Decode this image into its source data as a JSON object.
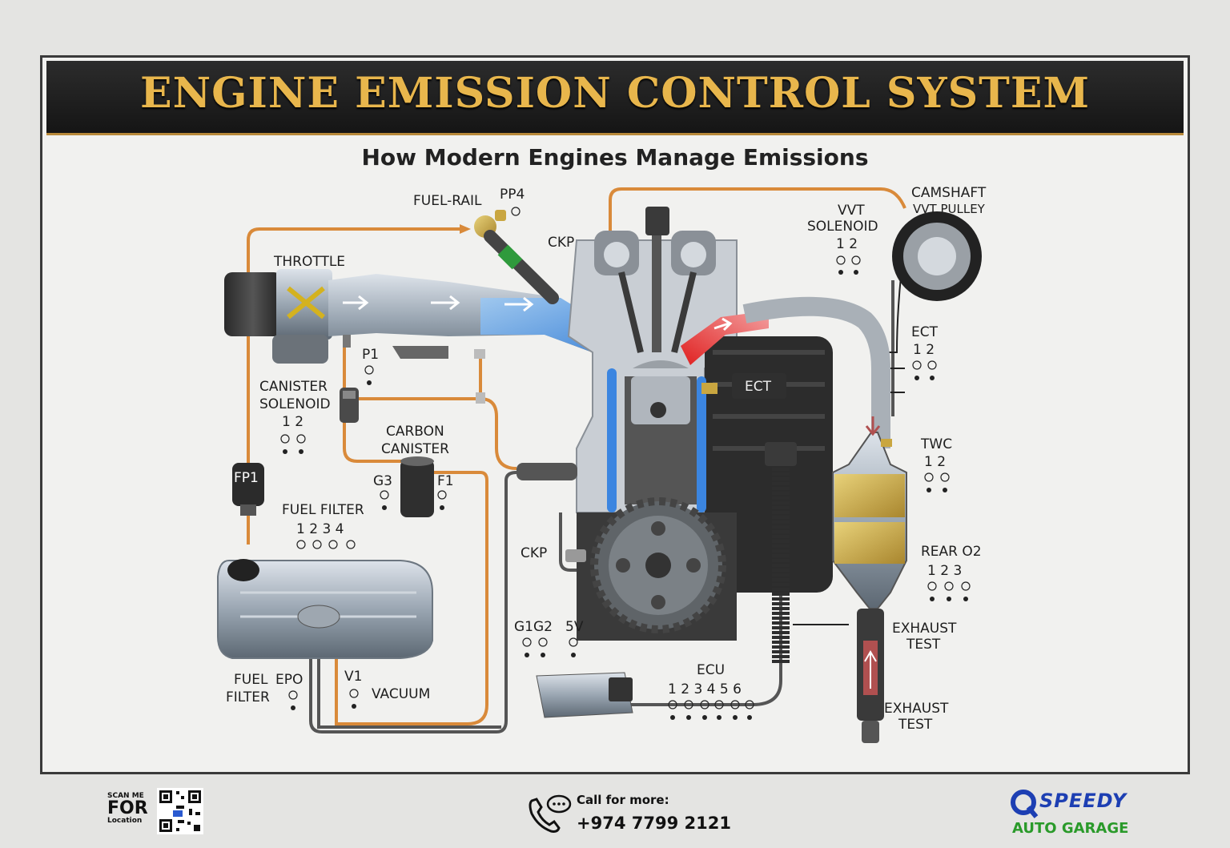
{
  "title": "ENGINE EMISSION CONTROL SYSTEM",
  "subtitle": "How Modern Engines Manage Emissions",
  "labels": {
    "fuel_rail": "FUEL-RAIL",
    "pp4": "PP4",
    "ckp_top": "CKP",
    "throttle": "THROTTLE",
    "p1": "P1",
    "canister_solenoid_1": "CANISTER",
    "canister_solenoid_2": "SOLENOID",
    "canister_pins": "1 2",
    "carbon_canister_1": "CARBON",
    "carbon_canister_2": "CANISTER",
    "g3": "G3",
    "f1": "F1",
    "fp1": "FP1",
    "fuel_filter": "FUEL FILTER",
    "fuel_filter_pins": "1 2 3 4",
    "vvt_solenoid_1": "VVT",
    "vvt_solenoid_2": "SOLENOID",
    "vvt_pins": "1 2",
    "camshaft_1": "CAMSHAFT",
    "camshaft_2": "VVT PULLEY",
    "ect_right": "ECT",
    "ect_right_pins": "1 2",
    "ect_engine": "ECT",
    "twc": "TWC",
    "twc_pins": "1 2",
    "rear_o2": "REAR O2",
    "rear_o2_pins": "1 2 3",
    "ckp_bottom": "CKP",
    "g1g2": "G1G2",
    "fivev": "5V",
    "ecu": "ECU",
    "ecu_pins": "1 2 3 4 5 6",
    "exhaust_test_mid_1": "EXHAUST",
    "exhaust_test_mid_2": "TEST",
    "exhaust_test_bot_1": "EXHAUST",
    "exhaust_test_bot_2": "TEST",
    "fuel_filter_bottom_1": "FUEL",
    "fuel_filter_bottom_2": "FILTER",
    "epo": "EPO",
    "v1": "V1",
    "vacuum": "VACUUM"
  },
  "footer": {
    "scan_me": "SCAN ME",
    "for": "FOR",
    "location": "Location",
    "call_label": "Call for more:",
    "phone": "+974 7799 2121",
    "brand_name": "SPEEDY",
    "brand_sub": "AUTO GARAGE"
  },
  "colors": {
    "title_gold": "#e8b64c",
    "fuel_line": "#d98a3a",
    "intake_blue": "#3a8ee8",
    "exhaust_red": "#e03a2a",
    "catalyst": "#c9a640"
  }
}
